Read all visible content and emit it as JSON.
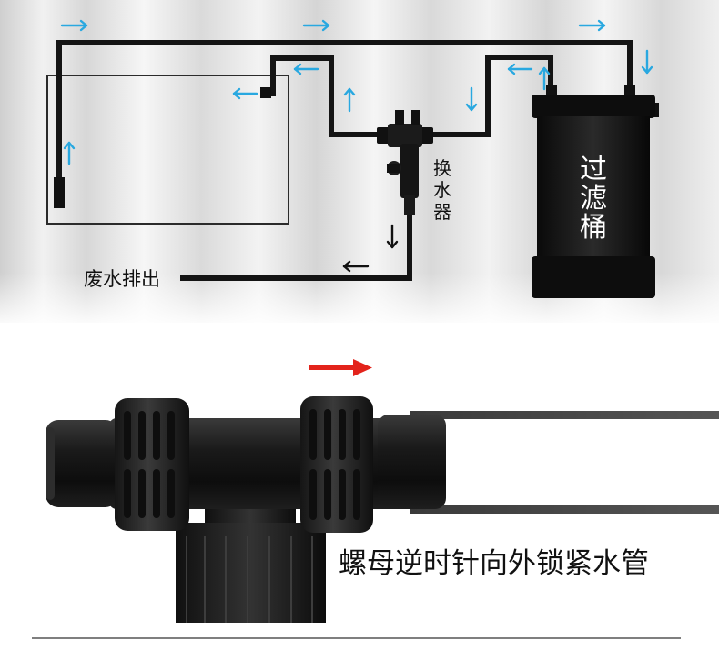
{
  "diagram": {
    "filter_label": "过\n滤\n桶",
    "filter_label_chars": [
      "过",
      "滤",
      "桶"
    ],
    "changer_label_chars": [
      "换",
      "水",
      "器"
    ],
    "waste_label": "废水排出",
    "arrow_color": "#29a8e0",
    "pipe_color": "#1a1a1a"
  },
  "product": {
    "caption": "螺母逆时针向外锁紧水管",
    "red_arrow_color": "#e3231b"
  },
  "icons": {
    "flow_arrow": "arrow-icon",
    "red_arrow": "red-arrow-icon"
  }
}
